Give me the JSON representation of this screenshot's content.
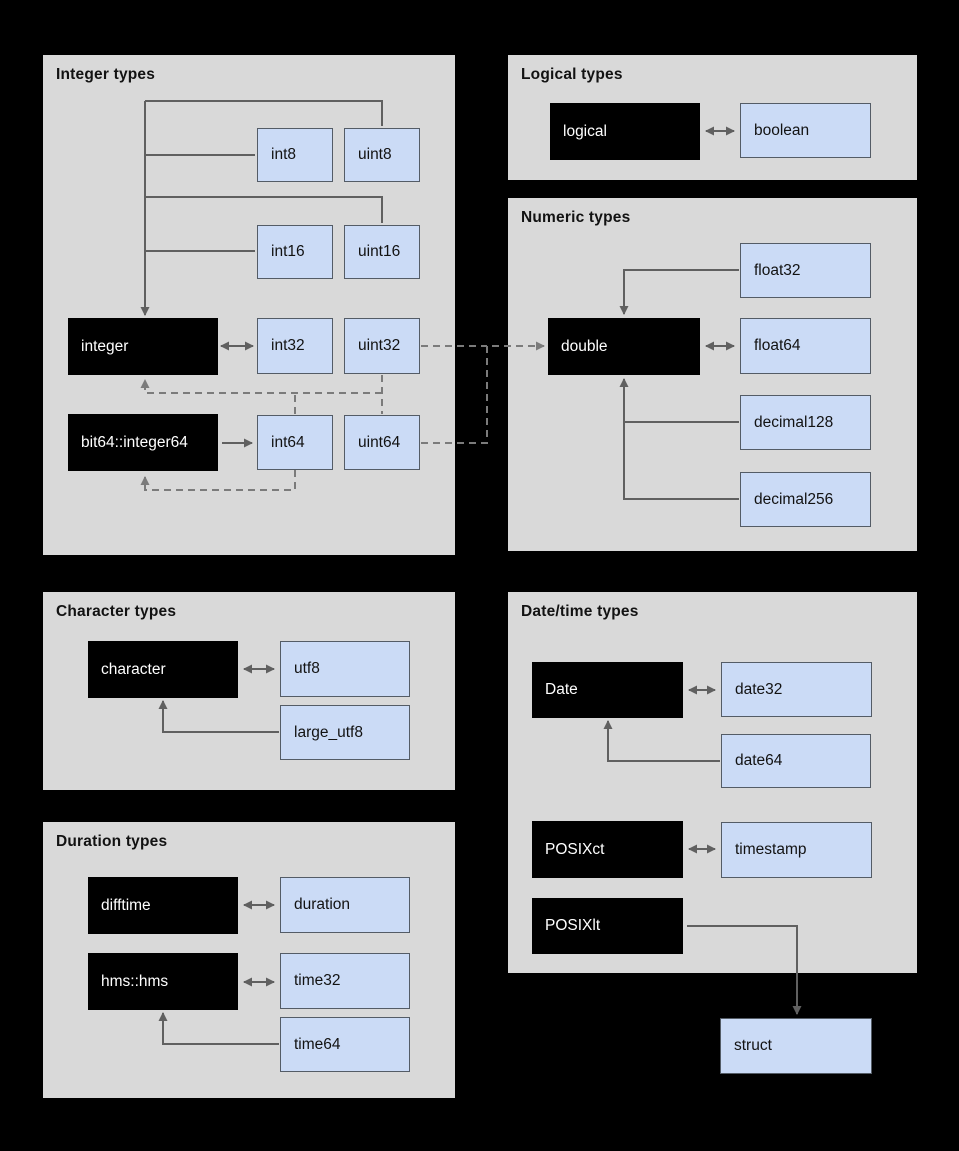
{
  "colors": {
    "background": "#000000",
    "panel": "#d9d9d9",
    "r_node_bg": "#000000",
    "r_node_text": "#ffffff",
    "arrow_node_bg": "#cbdbf6",
    "arrow_node_border": "#545c66",
    "connector": "#606060",
    "connector_dashed": "#7b7b7b"
  },
  "panels": {
    "integer": {
      "title": "Integer types"
    },
    "logical": {
      "title": "Logical types"
    },
    "numeric": {
      "title": "Numeric types"
    },
    "character": {
      "title": "Character types"
    },
    "datetime": {
      "title": "Date/time types"
    },
    "duration": {
      "title": "Duration types"
    }
  },
  "nodes": {
    "integer": "integer",
    "bit64_integer64": "bit64::integer64",
    "int8": "int8",
    "uint8": "uint8",
    "int16": "int16",
    "uint16": "uint16",
    "int32": "int32",
    "uint32": "uint32",
    "int64": "int64",
    "uint64": "uint64",
    "logical": "logical",
    "boolean": "boolean",
    "double": "double",
    "float32": "float32",
    "float64": "float64",
    "decimal128": "decimal128",
    "decimal256": "decimal256",
    "character": "character",
    "utf8": "utf8",
    "large_utf8": "large_utf8",
    "Date": "Date",
    "date32": "date32",
    "date64": "date64",
    "POSIXct": "POSIXct",
    "timestamp": "timestamp",
    "POSIXlt": "POSIXlt",
    "struct": "struct",
    "difftime": "difftime",
    "duration": "duration",
    "hms_hms": "hms::hms",
    "time32": "time32",
    "time64": "time64"
  },
  "edges": [
    {
      "from": "int8",
      "to": "integer",
      "style": "solid",
      "bidirectional": false
    },
    {
      "from": "uint8",
      "to": "integer",
      "style": "solid",
      "bidirectional": false
    },
    {
      "from": "int16",
      "to": "integer",
      "style": "solid",
      "bidirectional": false
    },
    {
      "from": "uint16",
      "to": "integer",
      "style": "solid",
      "bidirectional": false
    },
    {
      "from": "integer",
      "to": "int32",
      "style": "solid",
      "bidirectional": true
    },
    {
      "from": "bit64_integer64",
      "to": "int64",
      "style": "solid",
      "bidirectional": false
    },
    {
      "from": "uint32",
      "to": "integer",
      "style": "dashed",
      "bidirectional": false
    },
    {
      "from": "uint64",
      "to": "integer",
      "style": "dashed",
      "bidirectional": false
    },
    {
      "from": "int64",
      "to": "integer",
      "style": "dashed",
      "bidirectional": false
    },
    {
      "from": "int64",
      "to": "bit64_integer64",
      "style": "dashed",
      "bidirectional": false
    },
    {
      "from": "uint32",
      "to": "double",
      "style": "dashed",
      "bidirectional": false
    },
    {
      "from": "uint64",
      "to": "double",
      "style": "dashed",
      "bidirectional": false
    },
    {
      "from": "logical",
      "to": "boolean",
      "style": "solid",
      "bidirectional": true
    },
    {
      "from": "float32",
      "to": "double",
      "style": "solid",
      "bidirectional": false
    },
    {
      "from": "double",
      "to": "float64",
      "style": "solid",
      "bidirectional": true
    },
    {
      "from": "decimal128",
      "to": "double",
      "style": "solid",
      "bidirectional": false
    },
    {
      "from": "decimal256",
      "to": "double",
      "style": "solid",
      "bidirectional": false
    },
    {
      "from": "character",
      "to": "utf8",
      "style": "solid",
      "bidirectional": true
    },
    {
      "from": "large_utf8",
      "to": "character",
      "style": "solid",
      "bidirectional": false
    },
    {
      "from": "Date",
      "to": "date32",
      "style": "solid",
      "bidirectional": true
    },
    {
      "from": "date64",
      "to": "Date",
      "style": "solid",
      "bidirectional": false
    },
    {
      "from": "POSIXct",
      "to": "timestamp",
      "style": "solid",
      "bidirectional": true
    },
    {
      "from": "POSIXlt",
      "to": "struct",
      "style": "solid",
      "bidirectional": false
    },
    {
      "from": "difftime",
      "to": "duration",
      "style": "solid",
      "bidirectional": true
    },
    {
      "from": "hms_hms",
      "to": "time32",
      "style": "solid",
      "bidirectional": true
    },
    {
      "from": "time64",
      "to": "hms_hms",
      "style": "solid",
      "bidirectional": false
    }
  ]
}
